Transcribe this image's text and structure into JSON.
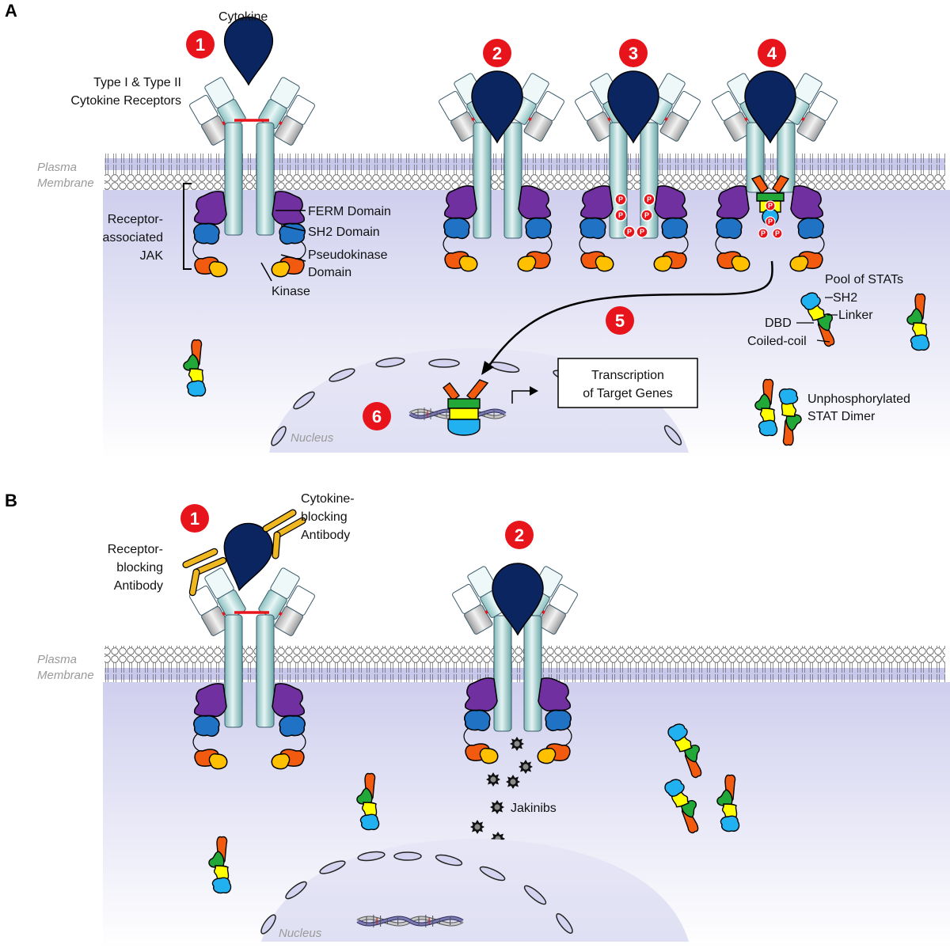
{
  "figure": {
    "panels": [
      {
        "letter": "A",
        "steps": [
          "1",
          "2",
          "3",
          "4",
          "5",
          "6"
        ],
        "labels": {
          "cytokine": "Cytokine",
          "receptors_line1": "Type I & Type II",
          "receptors_line2": "Cytokine Receptors",
          "membrane_line1": "Plasma",
          "membrane_line2": "Membrane",
          "jak_line1": "Receptor-",
          "jak_line2": "associated",
          "jak_line3": "JAK",
          "ferm": "FERM Domain",
          "sh2_domain": "SH2 Domain",
          "pseudokinase_line1": "Pseudokinase",
          "pseudokinase_line2": "Domain",
          "kinase": "Kinase",
          "pool_of_stats": "Pool of STATs",
          "stat_sh2": "SH2",
          "stat_linker": "Linker",
          "stat_dbd": "DBD",
          "stat_coiled": "Coiled-coil",
          "unphos_line1": "Unphosphorylated",
          "unphos_line2": "STAT Dimer",
          "transcription_line1": "Transcription",
          "transcription_line2": "of Target Genes",
          "nucleus": "Nucleus",
          "phospho": "P"
        }
      },
      {
        "letter": "B",
        "steps": [
          "1",
          "2"
        ],
        "labels": {
          "cytokine_blocking_line1": "Cytokine-",
          "cytokine_blocking_line2": "blocking",
          "cytokine_blocking_line3": "Antibody",
          "receptor_blocking_line1": "Receptor-",
          "receptor_blocking_line2": "blocking",
          "receptor_blocking_line3": "Antibody",
          "membrane_line1": "Plasma",
          "membrane_line2": "Membrane",
          "jakinibs": "Jakinibs",
          "nucleus": "Nucleus"
        }
      }
    ],
    "colors": {
      "cytokine": "#0b2560",
      "step_badge": "#e8141b",
      "ferm": "#7030a0",
      "sh2": "#1f72c4",
      "pseudokinase": "#f25a10",
      "kinase": "#ffc000",
      "stat_sh2": "#21b1f0",
      "stat_linker": "#ffff00",
      "stat_dbd": "#22a838",
      "stat_coiled": "#f25a10",
      "antibody": "#f0b820",
      "cytoplasm": "#dcdcf2",
      "receptor": "#b5dcdc"
    }
  }
}
